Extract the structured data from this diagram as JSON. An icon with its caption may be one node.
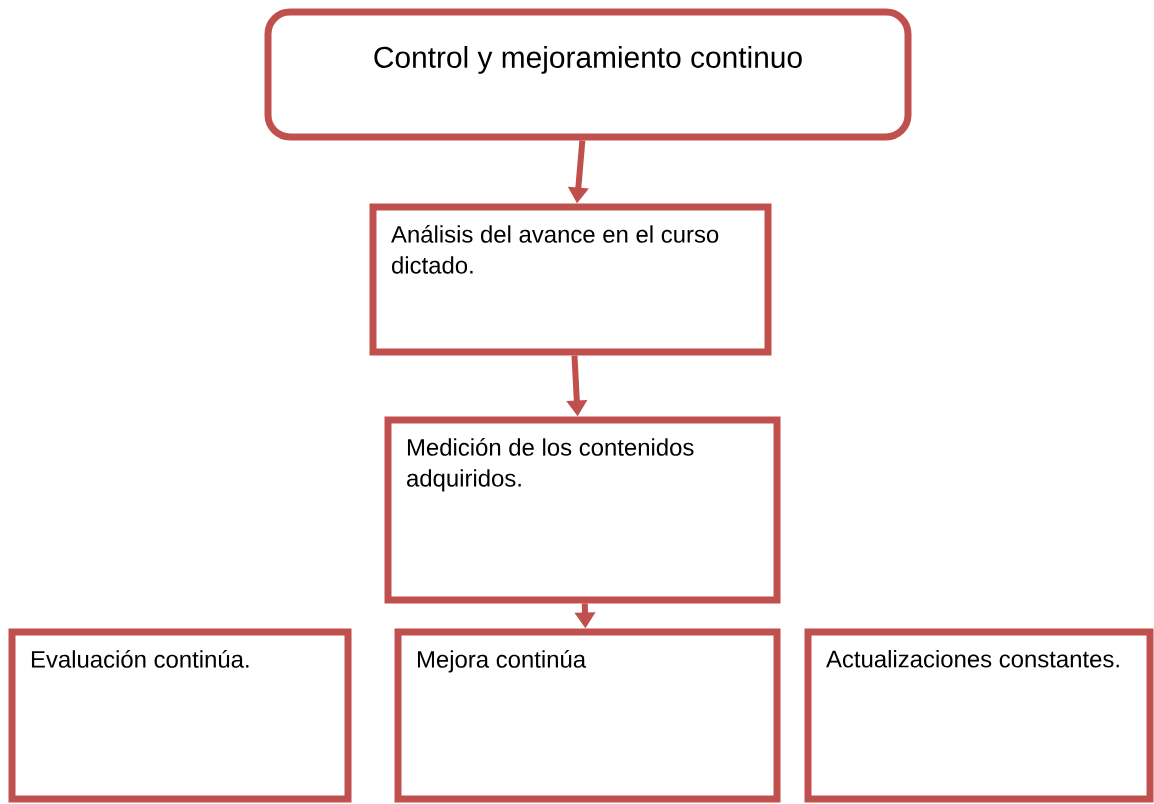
{
  "diagram": {
    "nodes": [
      {
        "text": [
          "Control y mejoramiento continuo"
        ]
      },
      {
        "text": [
          "Análisis del avance en el curso dictado."
        ]
      },
      {
        "text": [
          "Medición de los contenidos adquiridos."
        ]
      },
      {
        "text": [
          "Evaluación continúa."
        ]
      },
      {
        "text": [
          "Mejora continúa"
        ]
      },
      {
        "text": [
          "Actualizaciones constantes."
        ]
      }
    ],
    "edges": [
      {
        "from": 0,
        "to": 1,
        "arrow": "to"
      },
      {
        "from": 1,
        "to": 2,
        "arrow": "to"
      },
      {
        "from": 2,
        "to": 4,
        "arrow": "to"
      }
    ]
  }
}
